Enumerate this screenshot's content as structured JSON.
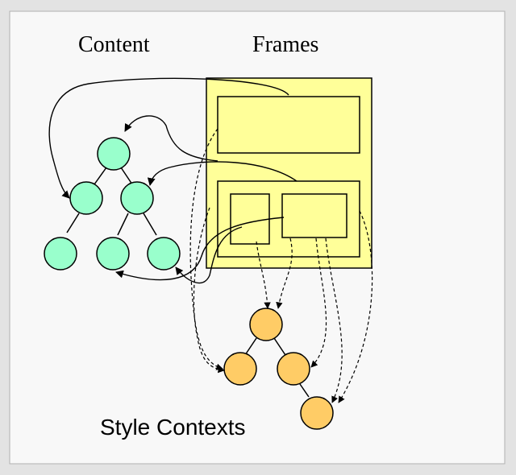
{
  "labels": {
    "content": "Content",
    "frames": "Frames",
    "style_contexts": "Style Contexts"
  },
  "colors": {
    "outer_bg": "#e3e3e3",
    "panel_bg": "#f8f8f8",
    "content_node": "#99ffcc",
    "frame_fill": "#ffff99",
    "style_node": "#ffcc66",
    "stroke": "#000000"
  }
}
